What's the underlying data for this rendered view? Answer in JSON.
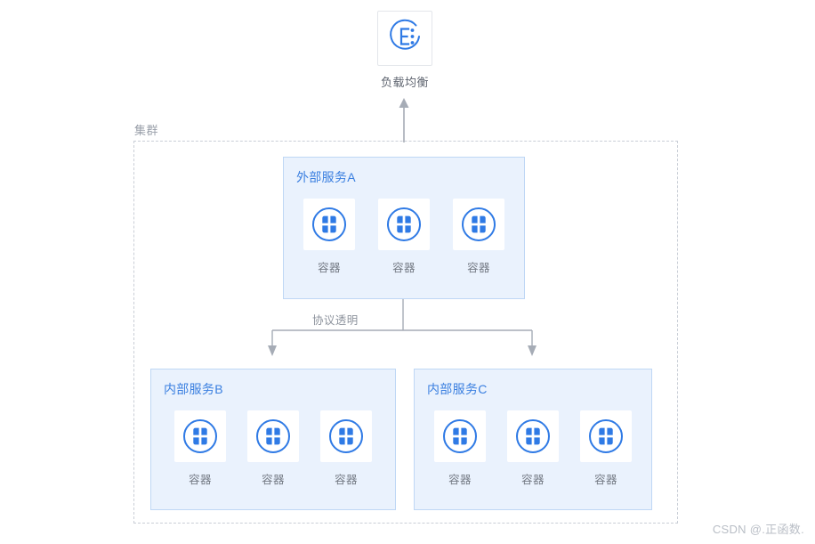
{
  "diagram": {
    "title_hidden": "",
    "load_balancer": {
      "label": "负载均衡",
      "icon": "load-balancer-icon",
      "icon_glyph": "E"
    },
    "cluster": {
      "label": "集群",
      "border_style": "dashed"
    },
    "connector": {
      "label": "协议透明",
      "direction": "down",
      "branches": 2
    },
    "services": [
      {
        "id": "external-service-a",
        "title": "外部服务A",
        "containers": [
          {
            "label": "容器"
          },
          {
            "label": "容器"
          },
          {
            "label": "容器"
          }
        ]
      },
      {
        "id": "internal-service-b",
        "title": "内部服务B",
        "containers": [
          {
            "label": "容器"
          },
          {
            "label": "容器"
          },
          {
            "label": "容器"
          }
        ]
      },
      {
        "id": "internal-service-c",
        "title": "内部服务C",
        "containers": [
          {
            "label": "容器"
          },
          {
            "label": "容器"
          },
          {
            "label": "容器"
          }
        ]
      }
    ],
    "watermark": "CSDN @.正函数.",
    "colors": {
      "accent_blue": "#2f7ae5",
      "panel_fill": "#eaf2fd",
      "panel_border": "#bfd7f5",
      "title_blue": "#3a7fe0",
      "label_gray": "#767c86",
      "cluster_gray": "#9aa0aa",
      "line_gray": "#a6acb6",
      "dashed_border": "#c9ced6",
      "watermark_gray": "#b9bec6"
    }
  }
}
